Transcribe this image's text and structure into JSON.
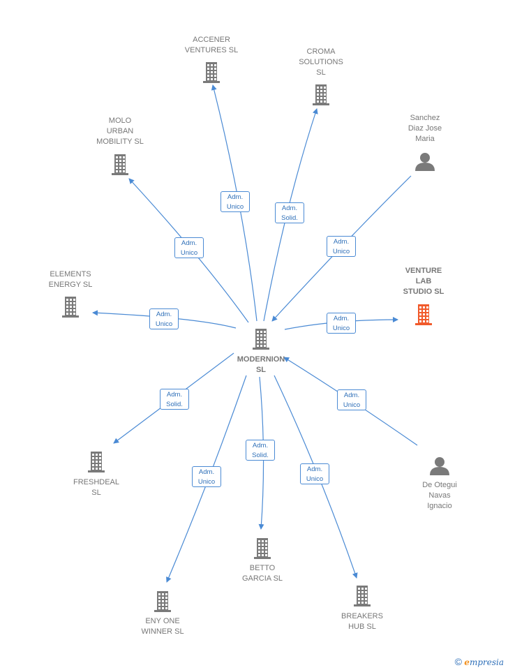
{
  "colors": {
    "edge": "#4a8ad4",
    "building": "#7a7a7a",
    "highlight": "#f15a2b",
    "person": "#7a7a7a"
  },
  "center": {
    "label": "MODERNION\nSL",
    "icon": "building-icon"
  },
  "nodes": [
    {
      "id": "accener",
      "label": "ACCENER\nVENTURES  SL",
      "icon": "building-icon"
    },
    {
      "id": "croma",
      "label": "CROMA\nSOLUTIONS\nSL",
      "icon": "building-icon"
    },
    {
      "id": "sanchez",
      "label": "Sanchez\nDiaz Jose\nMaria",
      "icon": "person-icon"
    },
    {
      "id": "molo",
      "label": "MOLO\nURBAN\nMOBILITY  SL",
      "icon": "building-icon"
    },
    {
      "id": "venture",
      "label": "VENTURE\nLAB\nSTUDIO  SL",
      "icon": "building-icon"
    },
    {
      "id": "elements",
      "label": "ELEMENTS\nENERGY SL",
      "icon": "building-icon"
    },
    {
      "id": "freshdeal",
      "label": "FRESHDEAL\nSL",
      "icon": "building-icon"
    },
    {
      "id": "deotegui",
      "label": "De Otegui\nNavas\nIgnacio",
      "icon": "person-icon"
    },
    {
      "id": "betto",
      "label": "BETTO\nGARCIA  SL",
      "icon": "building-icon"
    },
    {
      "id": "eny",
      "label": "ENY ONE\nWINNER  SL",
      "icon": "building-icon"
    },
    {
      "id": "breakers",
      "label": "BREAKERS\nHUB  SL",
      "icon": "building-icon"
    }
  ],
  "edges": [
    {
      "to": "accener",
      "label": "Adm.\nUnico"
    },
    {
      "to": "croma",
      "label": "Adm.\nSolid."
    },
    {
      "to": "molo",
      "label": "Adm.\nUnico"
    },
    {
      "from": "sanchez",
      "label": "Adm.\nUnico"
    },
    {
      "to": "venture",
      "label": "Adm.\nUnico"
    },
    {
      "to": "elements",
      "label": "Adm.\nUnico"
    },
    {
      "to": "freshdeal",
      "label": "Adm.\nSolid."
    },
    {
      "from": "deotegui",
      "label": "Adm.\nUnico"
    },
    {
      "to": "betto",
      "label": "Adm.\nSolid."
    },
    {
      "to": "eny",
      "label": "Adm.\nUnico"
    },
    {
      "to": "breakers",
      "label": "Adm.\nUnico"
    }
  ],
  "brand": {
    "copyright": "©",
    "e": "e",
    "rest": "mpresia"
  }
}
